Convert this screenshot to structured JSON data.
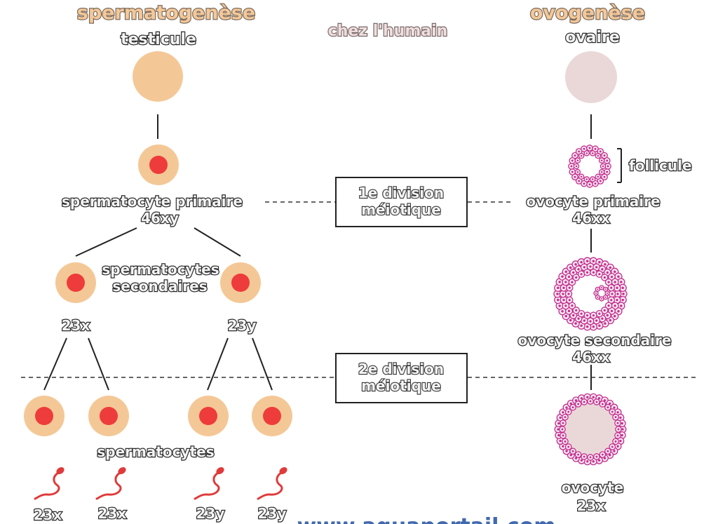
{
  "titles": {
    "left": "spermatogenèse",
    "center": "chez l'humain",
    "right": "ovogenèse"
  },
  "organs": {
    "left": "testicule",
    "right": "ovaire"
  },
  "left": {
    "primary_name": "spermatocyte primaire",
    "primary_chromo": "46xy",
    "secondary_name_line1": "spermatocytes",
    "secondary_name_line2": "secondaires",
    "secondary_left_chromo": "23x",
    "secondary_right_chromo": "23y",
    "spermatids": "spermatocytes",
    "sperm_chromos": [
      "23x",
      "23x",
      "23y",
      "23y"
    ]
  },
  "right": {
    "follicle_label": "follicule",
    "primary_name": "ovocyte primaire",
    "primary_chromo": "46xx",
    "secondary_name": "ovocyte secondaire",
    "secondary_chromo": "46xx",
    "final_name": "ovocyte",
    "final_chromo": "23x"
  },
  "divisions": {
    "first_line1": "1e division",
    "first_line2": "méiotique",
    "second_line1": "2e division",
    "second_line2": "méiotique"
  },
  "watermark": "www.aquaportail.com",
  "colors": {
    "cell_body": "#f4c896",
    "nucleus": "#ee3b3b",
    "ovary": "#ead8d8",
    "follicle": "#c0308f",
    "sperm": "#e03a3a"
  }
}
